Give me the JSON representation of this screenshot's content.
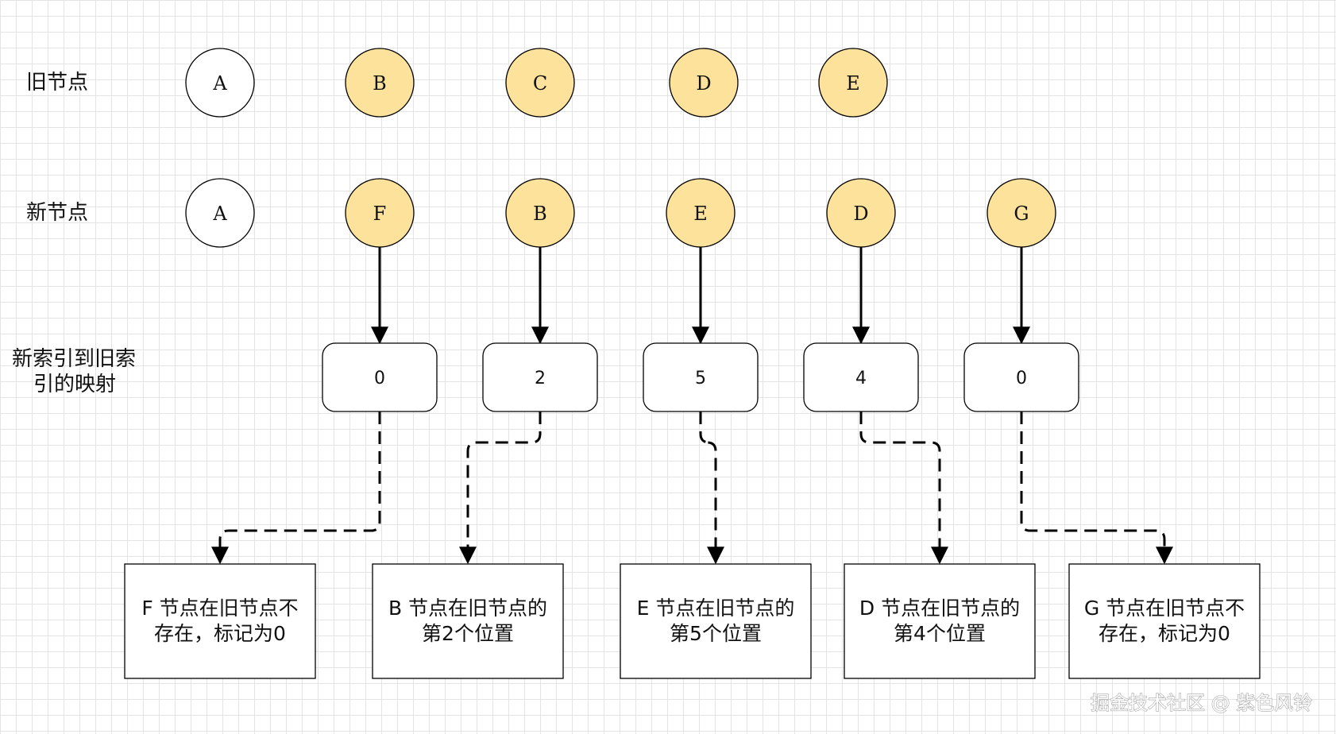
{
  "labels": {
    "old_row": "旧节点",
    "new_row": "新节点",
    "map_row_line1": "新索引到旧索",
    "map_row_line2": "引的映射"
  },
  "old_nodes": [
    {
      "label": "A",
      "fill": "#ffffff"
    },
    {
      "label": "B",
      "fill": "#fce29a"
    },
    {
      "label": "C",
      "fill": "#fce29a"
    },
    {
      "label": "D",
      "fill": "#fce29a"
    },
    {
      "label": "E",
      "fill": "#fce29a"
    }
  ],
  "new_nodes": [
    {
      "label": "A",
      "fill": "#ffffff"
    },
    {
      "label": "F",
      "fill": "#fce29a"
    },
    {
      "label": "B",
      "fill": "#fce29a"
    },
    {
      "label": "E",
      "fill": "#fce29a"
    },
    {
      "label": "D",
      "fill": "#fce29a"
    },
    {
      "label": "G",
      "fill": "#fce29a"
    }
  ],
  "index_map": [
    "0",
    "2",
    "5",
    "4",
    "0"
  ],
  "notes": [
    {
      "line1": "F 节点在旧节点不",
      "line2": "存在，标记为0"
    },
    {
      "line1": "B 节点在旧节点的",
      "line2": "第2个位置"
    },
    {
      "line1": "E 节点在旧节点的",
      "line2": "第5个位置"
    },
    {
      "line1": "D 节点在旧节点的",
      "line2": "第4个位置"
    },
    {
      "line1": "G 节点在旧节点不",
      "line2": "存在，标记为0"
    }
  ],
  "watermark": "掘金技术社区 @ 紫色风铃"
}
